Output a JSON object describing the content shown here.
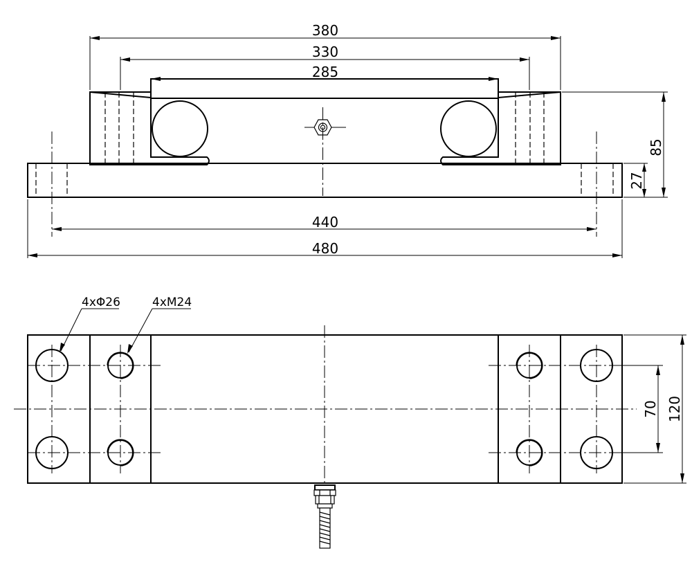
{
  "drawing": {
    "front_view": {
      "dim_overall_top": "380",
      "dim_pocket_holes": "330",
      "dim_top_plate": "285",
      "dim_base_holes": "440",
      "dim_base_length": "480",
      "dim_height": "85",
      "dim_base_thickness": "27"
    },
    "top_view": {
      "callout_through_holes": "4xΦ26",
      "callout_threaded_holes": "4xM24",
      "dim_hole_spacing": "70",
      "dim_width": "120"
    }
  }
}
